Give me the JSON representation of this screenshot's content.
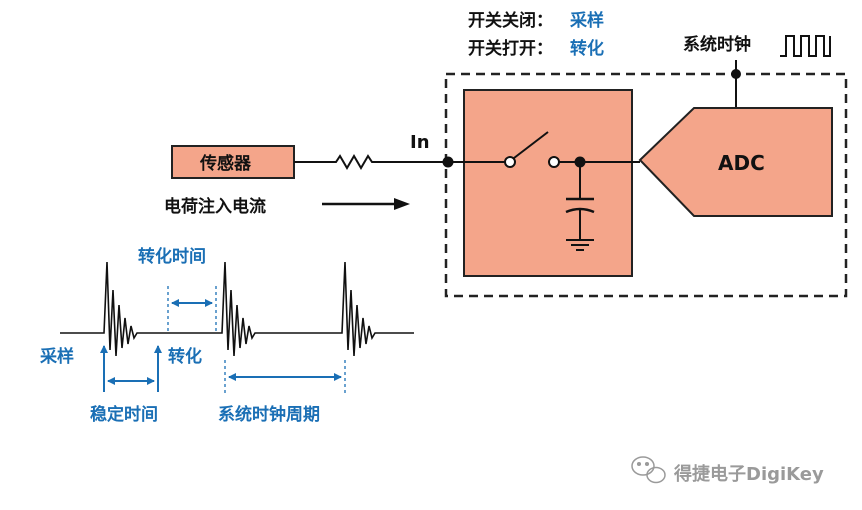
{
  "legend": {
    "line1_prefix": "开关关闭：",
    "line1_value": "采样",
    "line2_prefix": "开关打开：",
    "line2_value": "转化"
  },
  "clock_label": "系统时钟",
  "sensor_label": "传感器",
  "current_label": "电荷注入电流",
  "input_label": "In",
  "adc_label": "ADC",
  "timing": {
    "conversion_time": "转化时间",
    "sample": "采样",
    "convert": "转化",
    "settling_time": "稳定时间",
    "clock_period": "系统时钟周期"
  },
  "watermark": "得捷电子DigiKey",
  "colors": {
    "block_fill": "#f4a58a",
    "accent_blue": "#1a6fb5",
    "line": "#111111"
  }
}
